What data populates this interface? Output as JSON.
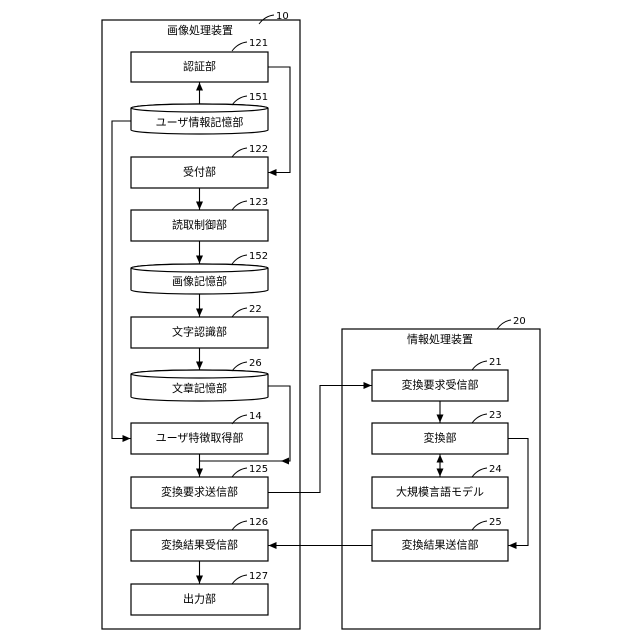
{
  "image_processing_device": {
    "title": "画像処理装置",
    "ref": "10",
    "blocks": [
      {
        "label": "認証部",
        "ref": "121"
      },
      {
        "label": "ユーザ情報記憶部",
        "ref": "151"
      },
      {
        "label": "受付部",
        "ref": "122"
      },
      {
        "label": "読取制御部",
        "ref": "123"
      },
      {
        "label": "画像記憶部",
        "ref": "152"
      },
      {
        "label": "文字認識部",
        "ref": "22"
      },
      {
        "label": "文章記憶部",
        "ref": "26"
      },
      {
        "label": "ユーザ特徴取得部",
        "ref": "14"
      },
      {
        "label": "変換要求送信部",
        "ref": "125"
      },
      {
        "label": "変換結果受信部",
        "ref": "126"
      },
      {
        "label": "出力部",
        "ref": "127"
      }
    ]
  },
  "information_processing_device": {
    "title": "情報処理装置",
    "ref": "20",
    "blocks": [
      {
        "label": "変換要求受信部",
        "ref": "21"
      },
      {
        "label": "変換部",
        "ref": "23"
      },
      {
        "label": "大規模言語モデル",
        "ref": "24"
      },
      {
        "label": "変換結果送信部",
        "ref": "25"
      }
    ]
  }
}
